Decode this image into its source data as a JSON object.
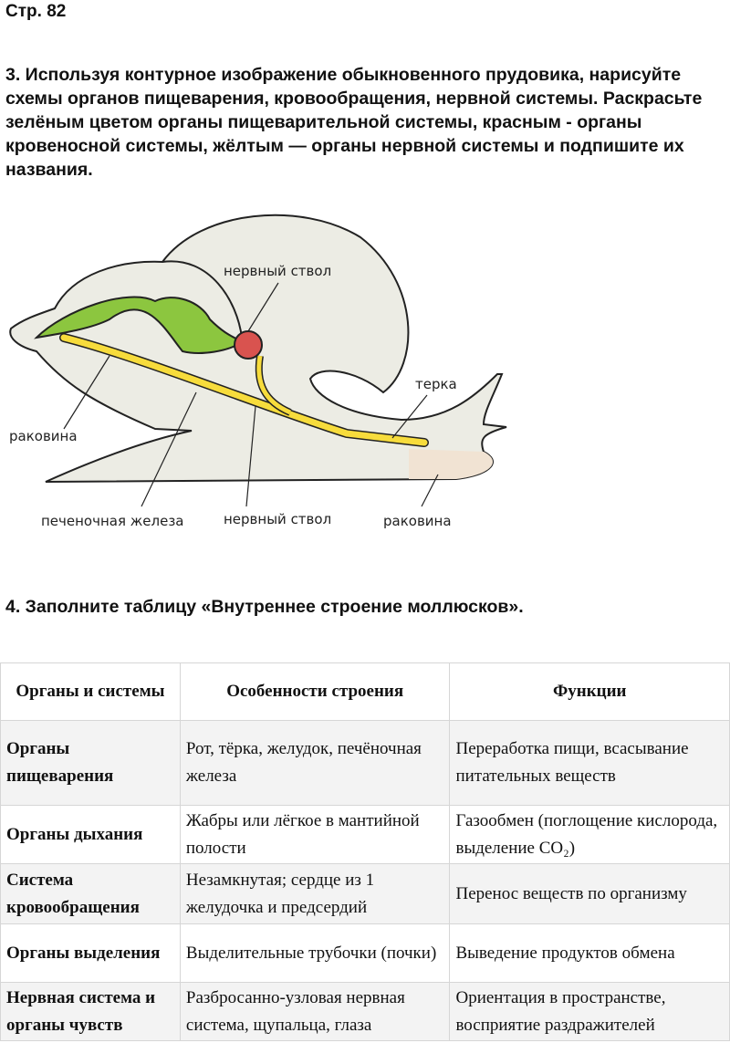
{
  "page_label": "Стр. 82",
  "task3": "3. Используя контурное изображение обыкновенного прудовика, нарисуйте схемы органов пищеварения, кровообращения, нервной системы. Раскрасьте зелёным цветом органы пищеварительной системы, красным - органы кровеносной системы, жёлтым — органы нервной системы и подпишите их названия.",
  "diagram": {
    "labels": {
      "top": "нервный ствол",
      "left": "раковина",
      "liver": "печеночная железа",
      "nerve": "нервный ствол",
      "radula": "терка",
      "right": "раковина"
    },
    "colors": {
      "digestive": "#8cc63f",
      "circulatory": "#d9534f",
      "nervous": "#f7dc3c",
      "shell": "#ecece4",
      "body": "#f1e3d3"
    }
  },
  "task4": "4. Заполните таблицу «Внутреннее строение моллюсков».",
  "table": {
    "headers": [
      "Органы и системы",
      "Особенности строения",
      "Функции"
    ],
    "rows": [
      [
        "Органы пищеварения",
        "Рот, тёрка, желудок, печёночная железа",
        "Переработка пищи, всасывание питательных веществ"
      ],
      [
        "Органы дыхания",
        "Жабры или лёгкое в мантийной полости",
        "Газообмен (поглощение кислорода, выделение CO₂)"
      ],
      [
        "Система кровообращения",
        "Незамкнутая; сердце из 1 желудочка и предсердий",
        "Перенос веществ по организму"
      ],
      [
        "Органы выделения",
        "Выделительные трубочки (почки)",
        "Выведение продуктов обмена"
      ],
      [
        "Нервная система и органы чувств",
        "Разбросанно-узловая нервная система, щупальца, глаза",
        "Ориентация в пространстве, восприятие раздражителей"
      ]
    ]
  }
}
